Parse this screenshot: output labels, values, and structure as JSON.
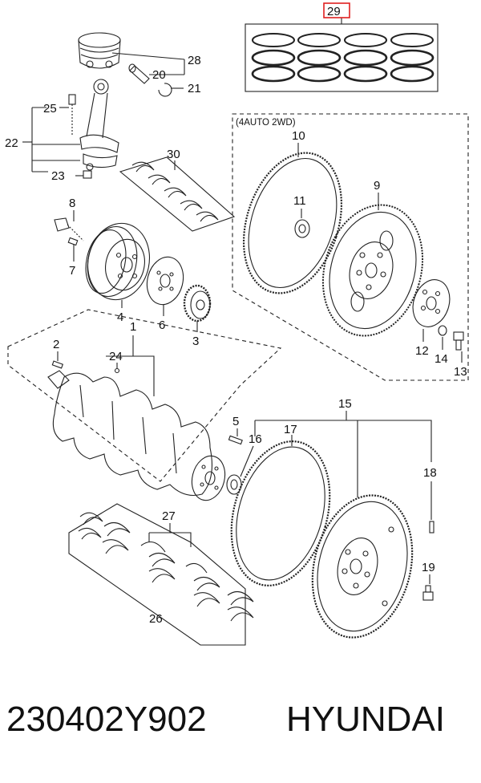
{
  "diagram": {
    "inset_note": "(4AUTO 2WD)",
    "callouts": [
      "29",
      "28",
      "20",
      "21",
      "25",
      "22",
      "23",
      "30",
      "10",
      "11",
      "9",
      "8",
      "7",
      "4",
      "6",
      "3",
      "12",
      "14",
      "13",
      "1",
      "2",
      "24",
      "15",
      "5",
      "16",
      "17",
      "18",
      "27",
      "19",
      "26"
    ],
    "highlight_color": "#e02020",
    "line_color": "#222222"
  },
  "caption": {
    "part_number": "230402Y902",
    "brand": "HYUNDAI"
  }
}
